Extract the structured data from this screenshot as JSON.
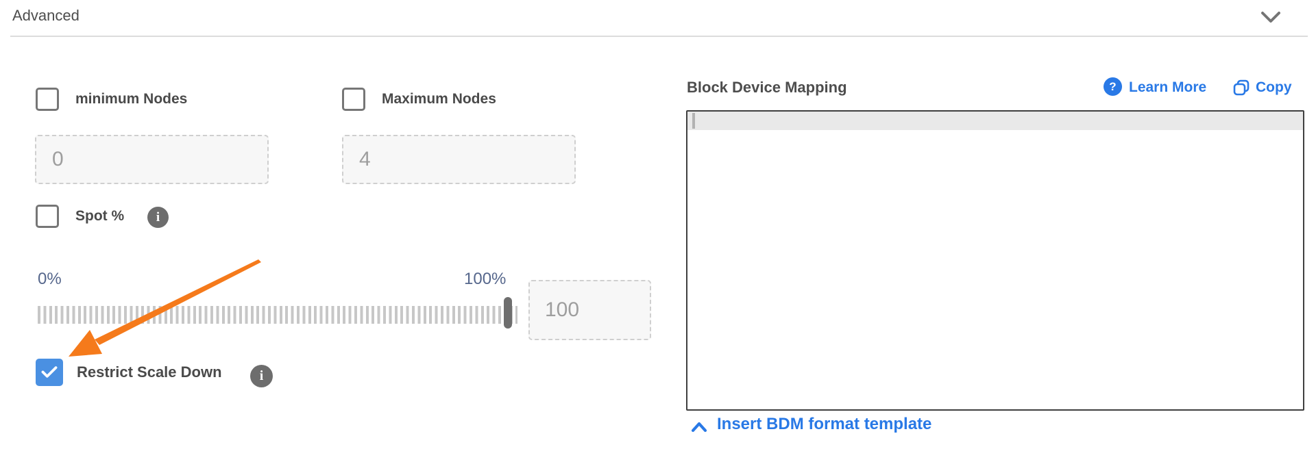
{
  "header": {
    "title": "Advanced",
    "collapse_icon": "chevron-down-icon"
  },
  "fields": {
    "min": {
      "label": "minimum Nodes",
      "checked": false,
      "value": "0"
    },
    "max": {
      "label": "Maximum Nodes",
      "checked": false,
      "value": "4"
    },
    "spot": {
      "label": "Spot %",
      "checked": false,
      "info_icon": "info-icon"
    },
    "restrict": {
      "label": "Restrict Scale Down",
      "checked": true,
      "info_icon": "info-icon"
    }
  },
  "slider": {
    "min_label": "0%",
    "max_label": "100%",
    "value": "100",
    "position_percent": 100
  },
  "annotation": {
    "type": "orange-arrow",
    "points_to": "Restrict Scale Down checkbox",
    "color": "#f57a1b"
  },
  "bdm": {
    "title": "Block Device Mapping",
    "learn_more": "Learn More",
    "copy": "Copy",
    "content": "",
    "insert_link": "Insert BDM format template"
  },
  "icons": {
    "info": "i",
    "help": "?"
  },
  "colors": {
    "link_blue": "#2979e6",
    "checkbox_checked_blue": "#4a90e2",
    "arrow_orange": "#f57a1b",
    "slider_label_slate": "#56678c",
    "label_gray": "#4a4a4a",
    "input_text_gray": "#9e9e9e",
    "info_icon_gray": "#6d6d6d"
  }
}
